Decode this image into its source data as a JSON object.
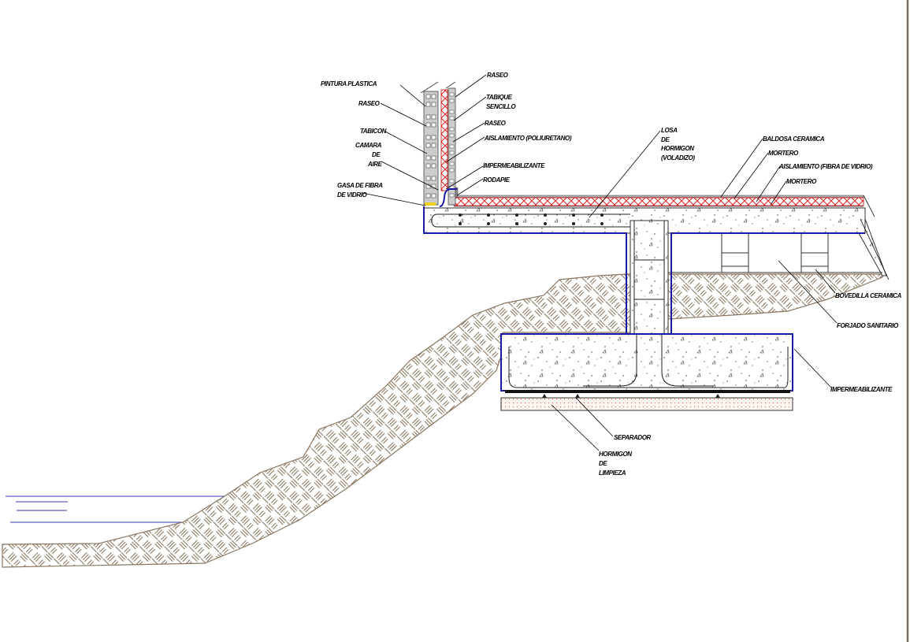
{
  "drawing": {
    "title": "Sección constructiva: losa en voladizo, muro, zapata y terreno",
    "colors": {
      "waterproofing": "#1a1aa8",
      "insulation": "#dd2222",
      "soil_hatch": "#8a7660",
      "concrete_outline": "#333333",
      "frame_border": "#7a6e62"
    }
  },
  "labels": {
    "pintura_plastica": "PINTURA PLASTICA",
    "raseo_left": "RASEO",
    "tabicon": "TABICON",
    "camara_1": "CAMARA",
    "camara_2": "DE",
    "camara_3": "AIRE",
    "gasa_1": "GASA DE FIBRA",
    "gasa_2": "DE VIDRIO",
    "raseo_top": "RASEO",
    "tabique_1": "TABIQUE",
    "tabique_2": "SENCILLO",
    "raseo_mid": "RASEO",
    "aislamiento_poliuretano": "AISLAMIENTO (POLIURETANO)",
    "impermeabilizante_top": "IMPERMEABILIZANTE",
    "rodapie": "RODAPIE",
    "losa_1": "LOSA",
    "losa_2": "DE",
    "losa_3": "HORMIGON",
    "losa_4": "(VOLADIZO)",
    "baldosa_ceramica": "BALDOSA CERAMICA",
    "mortero_1": "MORTERO",
    "aislamiento_fibra": "AISLAMIENTO (FIBRA DE VIDRIO)",
    "mortero_2": "MORTERO",
    "bovedilla_ceramica": "BOVEDILLA CERAMICA",
    "forjado_sanitario": "FORJADO SANITARIO",
    "impermeabilizante_right": "IMPERMEABILIZANTE",
    "separador": "SEPARADOR",
    "hormigon_limpieza_1": "HORMIGON",
    "hormigon_limpieza_2": "DE",
    "hormigon_limpieza_3": "LIMPIEZA"
  }
}
